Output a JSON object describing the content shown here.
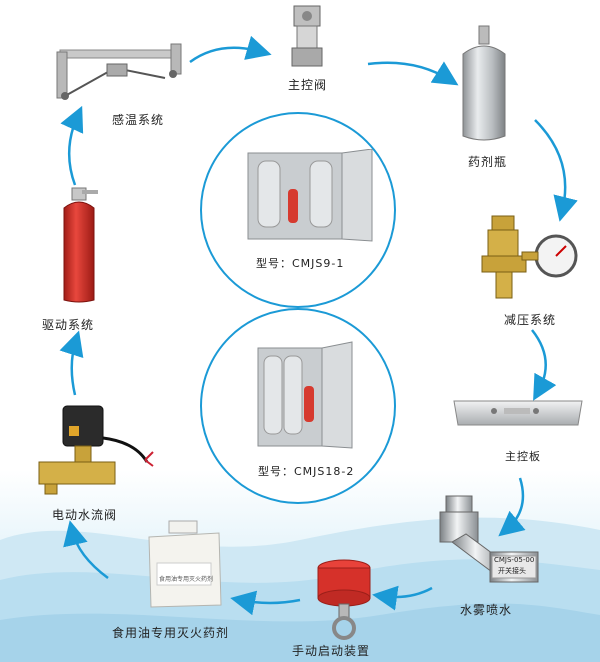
{
  "diagram": {
    "nodes": {
      "main_valve": "主控阀",
      "cylinder": "药剂瓶",
      "pressure_system": "减压系统",
      "main_board": "主控板",
      "spray": "水雾喷水",
      "manual_start": "手动启动装置",
      "agent": "食用油专用灭火药剂",
      "water_valve": "电动水流阀",
      "drive_system": "驱动系统",
      "temp_system": "感温系统"
    },
    "cabinets": [
      {
        "caption": "型号：CMJS9-1"
      },
      {
        "caption": "型号：CMJS18-2"
      }
    ],
    "tags": {
      "spray_tag": "CMJS-05-00",
      "spray_tag2": "开关接头",
      "agent_tag": "食用油专用灭火药剂"
    }
  },
  "colors": {
    "arrow": "#1b9ad6",
    "circle": "#1b9ad6",
    "cylinder_red": "#d63a2f"
  }
}
